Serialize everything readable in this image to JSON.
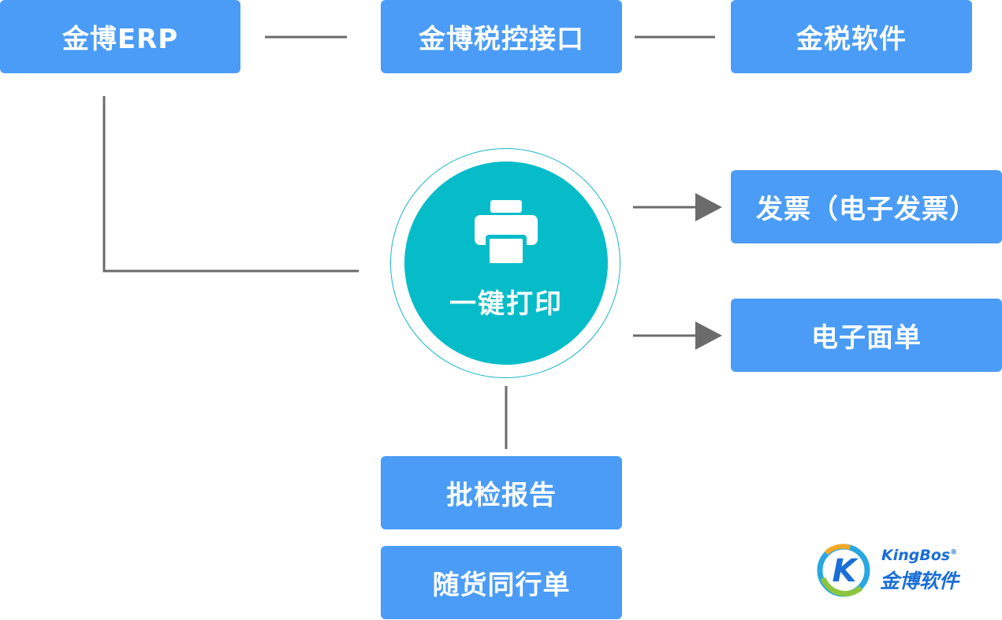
{
  "top_row": {
    "erp": "金博ERP",
    "interface": "金博税控接口",
    "tax_software": "金税软件"
  },
  "hub": {
    "label": "一键打印",
    "icon": "printer-icon"
  },
  "outputs": {
    "invoice": "发票（电子发票）",
    "e_waybill": "电子面单",
    "batch_report": "批检报告",
    "delivery_note": "随货同行单"
  },
  "logo": {
    "name_en": "KingBos",
    "name_cn": "金博软件",
    "trademark": "®"
  },
  "colors": {
    "box": "#4a9cf6",
    "hub": "#07bcc9",
    "connector": "#6b6b6b",
    "logo": "#1a6ed8"
  }
}
